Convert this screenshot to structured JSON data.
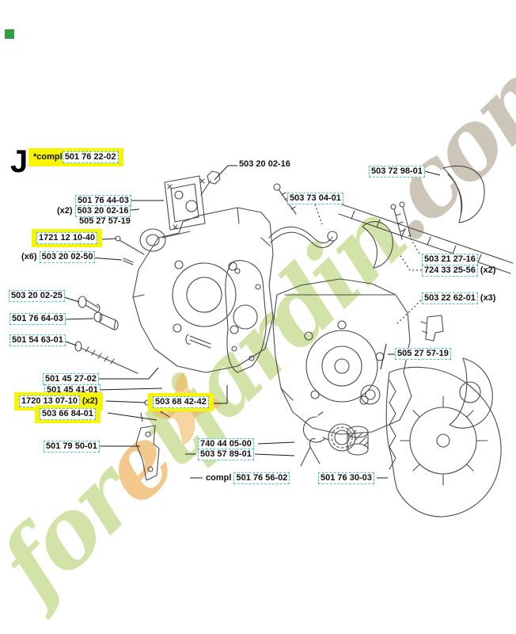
{
  "drawing_ref": "J",
  "corner_marker": {
    "color": "#2f9e44"
  },
  "watermark": {
    "seg1": "for",
    "seg2": "e",
    "seg3": "tjardin",
    "seg4": ".com",
    "color_green": "#cfe2a2",
    "color_orange": "#f3c687",
    "color_beige": "#c9c3b4",
    "flower_icon_color": "#f2b259"
  },
  "colors": {
    "highlight": "#f8f500",
    "box_border": "#4fc3cd",
    "drawing_line": "#4a4a4a",
    "leader_line": "#1a1a1a"
  },
  "labels": [
    {
      "prefix": "*compl",
      "number": "501 76 22-02"
    },
    {
      "number": "503 20 02-16"
    },
    {
      "number": "501 76 44-03"
    },
    {
      "prefix": "(x2)",
      "number": "503 20 02-16"
    },
    {
      "number": "505 27 57-19"
    },
    {
      "number": "1721 12 10-40"
    },
    {
      "prefix": "(x6)",
      "number": "503 20 02-50"
    },
    {
      "number": "503 20 02-25"
    },
    {
      "number": "501 76 64-03"
    },
    {
      "number": "501 54 63-01"
    },
    {
      "number": "501 45 27-02"
    },
    {
      "number": "501 45 41-01"
    },
    {
      "number": "1720 13 07-10",
      "suffix": "(x2)"
    },
    {
      "number": "503 66 84-01"
    },
    {
      "number": "503 68 42-42"
    },
    {
      "number": "501 79 50-01"
    },
    {
      "number": "740 44 05-00"
    },
    {
      "number": "503 57 89-01"
    },
    {
      "prefix": "compl",
      "number": "501 76 56-02"
    },
    {
      "number": "501 76 30-03"
    },
    {
      "number": "503 73 04-01"
    },
    {
      "number": "503 72 98-01"
    },
    {
      "number": "503 21 27-16"
    },
    {
      "number": "724 33 25-56",
      "suffix": "(x2)"
    },
    {
      "number": "503 22 62-01",
      "suffix": "(x3)"
    },
    {
      "number": "505 27 57-19"
    }
  ]
}
